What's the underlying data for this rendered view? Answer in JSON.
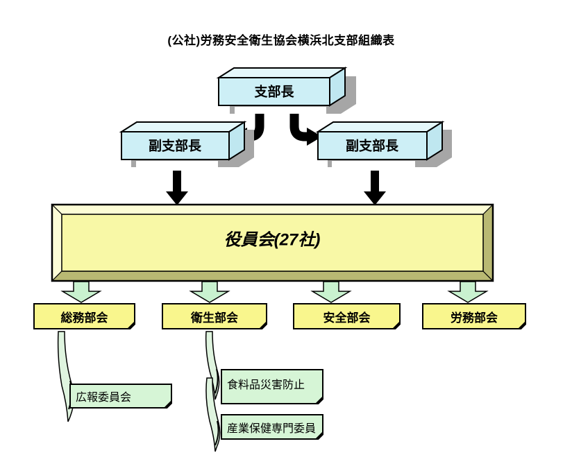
{
  "title": "(公社)労務安全衛生協会横浜北支部組織表",
  "org": {
    "chief": "支部長",
    "deputy_left": "副支部長",
    "deputy_right": "副支部長",
    "board": "役員会(27社)",
    "departments": [
      {
        "label": "総務部会"
      },
      {
        "label": "衛生部会"
      },
      {
        "label": "安全部会"
      },
      {
        "label": "労務部会"
      }
    ],
    "committees": [
      {
        "label": "広報委員会",
        "parent": "総務部会"
      },
      {
        "label": "食料品災害防止",
        "parent": "衛生部会"
      },
      {
        "label": "産業保健専門委員",
        "parent": "衛生部会"
      }
    ]
  },
  "colors": {
    "cyan": "#cdeff6",
    "cyanTop": "#e4f7fa",
    "cyanSide": "#bfe7f0",
    "boardYellow": "#f8f8a6",
    "bevelLight": "#fdfdd6",
    "bevelDark": "#b9b973",
    "deptYellow": "#f9f68d",
    "greenArrow": "#c9f2d0",
    "greenConn": "#dff4df",
    "committeeGreen": "#d6f5d6"
  }
}
